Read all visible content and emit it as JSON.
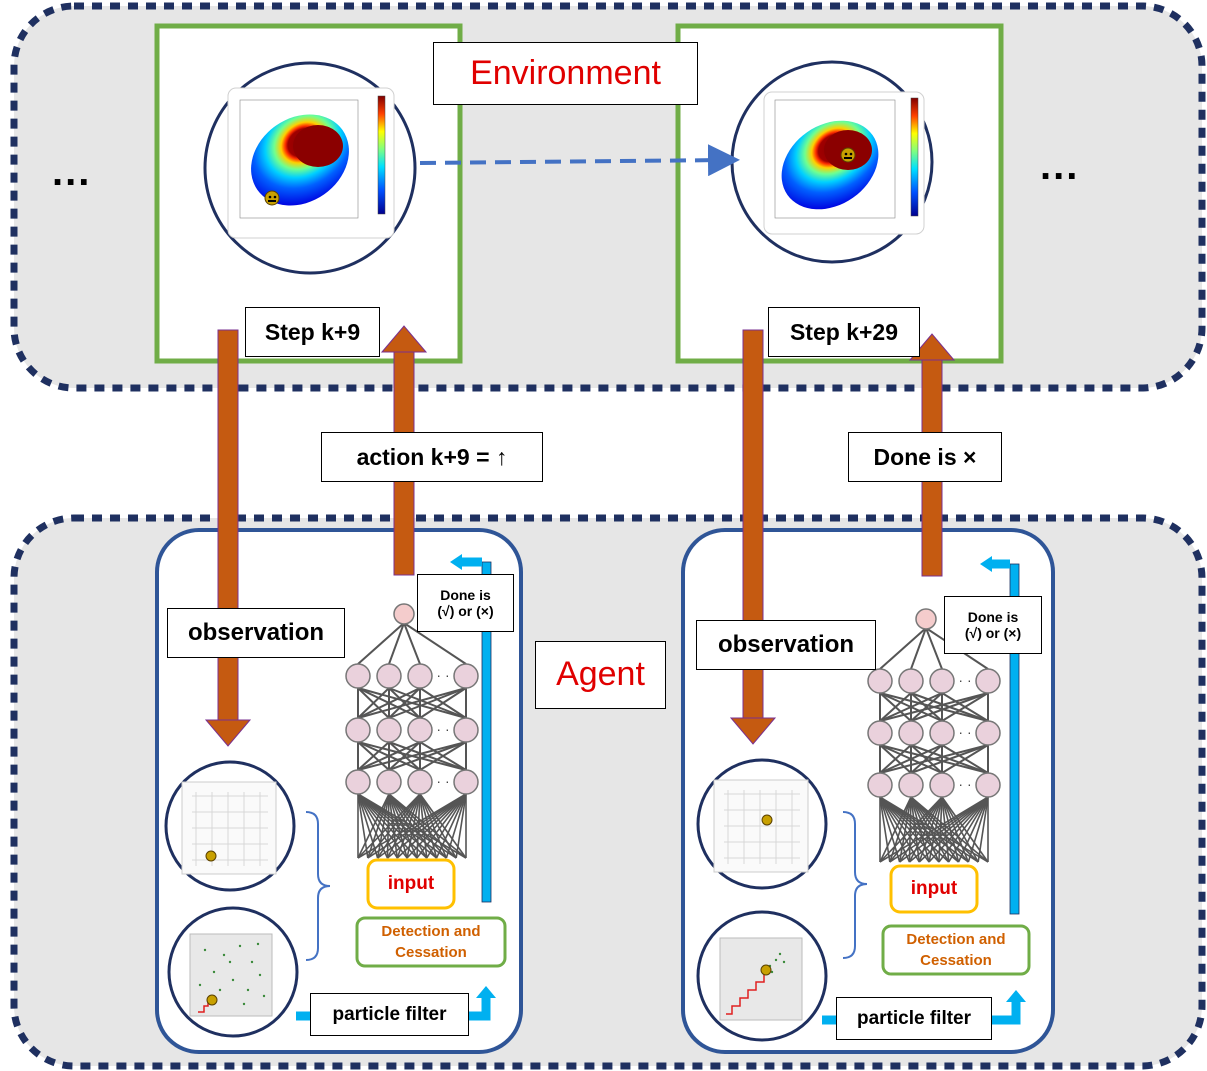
{
  "environment_label": "Environment",
  "agent_label": "Agent",
  "ellipsis_left": "...",
  "ellipsis_right": "...",
  "left": {
    "step": "Step k+9",
    "action": "action k+9 = ↑",
    "observation": "observation",
    "done_line1": "Done is",
    "done_line2": "(√) or (×)",
    "input": "input",
    "detection_line1": "Detection and",
    "detection_line2": "Cessation",
    "particle_filter": "particle filter"
  },
  "right": {
    "step": "Step k+29",
    "done_status": "Done is ×",
    "observation": "observation",
    "done_line1": "Done is",
    "done_line2": "(√) or (×)",
    "input": "input",
    "detection_line1": "Detection and",
    "detection_line2": "Cessation",
    "particle_filter": "particle filter"
  },
  "colors": {
    "region_fill": "#e6e6e6",
    "region_border": "#1f3060",
    "env_frame": "#70ad47",
    "agent_border": "#2f5597",
    "orange_arrow": "#c55a11",
    "blue_arrow": "#00b0f0",
    "dashed_arrow": "#4472c4",
    "neuron_fill": "#ead1dc",
    "output_neuron": "#f4cccc",
    "input_box_border": "#ffc000",
    "detection_border": "#70ad47"
  }
}
